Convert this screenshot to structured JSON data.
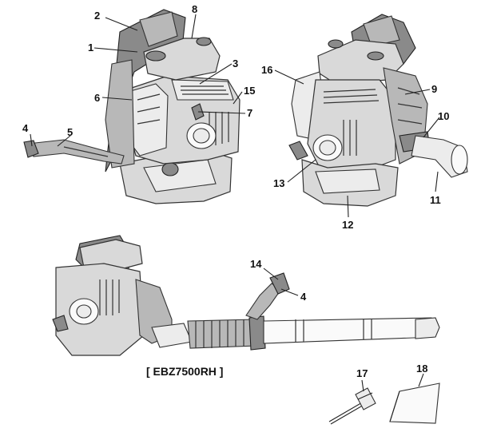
{
  "callouts": {
    "c1": "1",
    "c2": "2",
    "c3": "3",
    "c4a": "4",
    "c4b": "4",
    "c5": "5",
    "c6": "6",
    "c7": "7",
    "c8": "8",
    "c9": "9",
    "c10": "10",
    "c11": "11",
    "c12": "12",
    "c13": "13",
    "c14": "14",
    "c15": "15",
    "c16": "16",
    "c17": "17",
    "c18": "18"
  },
  "model_label": "[ EBZ7500RH ]"
}
